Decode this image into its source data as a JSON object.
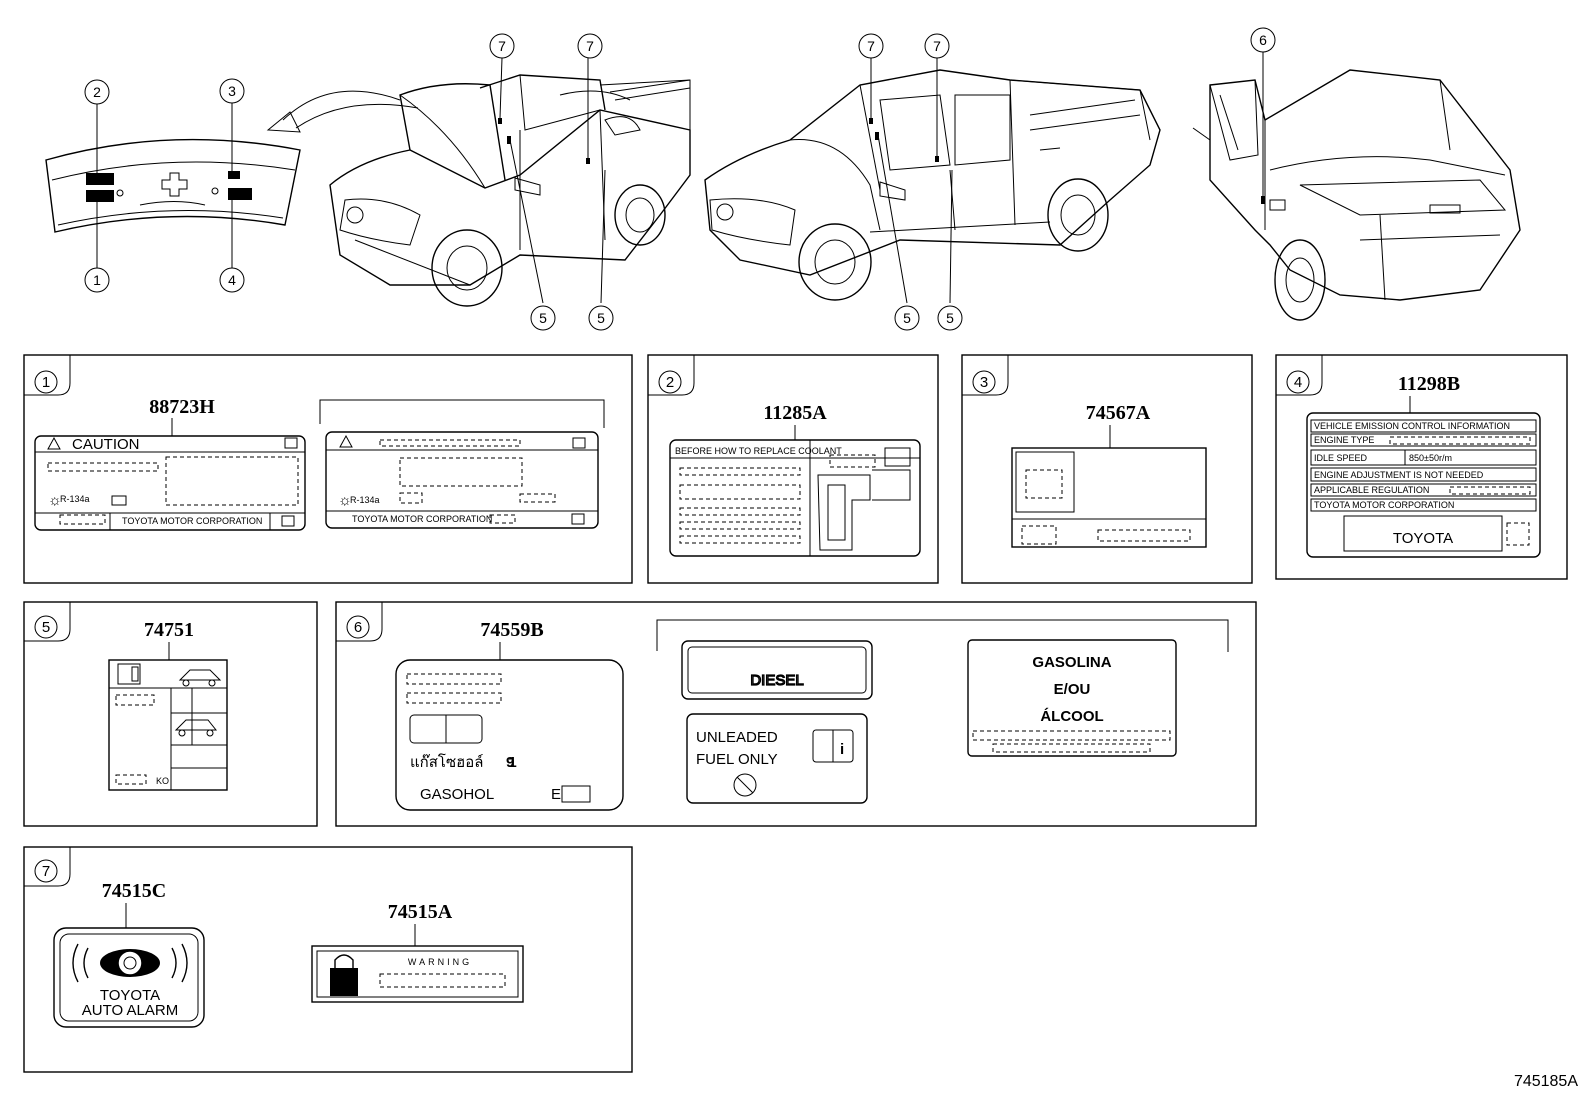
{
  "diagram_id": "745185A",
  "callouts": [
    "1",
    "2",
    "3",
    "4",
    "5",
    "6",
    "7"
  ],
  "panels": [
    {
      "num": "1",
      "parts": [
        "88723H"
      ]
    },
    {
      "num": "2",
      "parts": [
        "11285A"
      ]
    },
    {
      "num": "3",
      "parts": [
        "74567A"
      ]
    },
    {
      "num": "4",
      "parts": [
        "11298B"
      ]
    },
    {
      "num": "5",
      "parts": [
        "74751"
      ]
    },
    {
      "num": "6",
      "parts": [
        "74559B"
      ]
    },
    {
      "num": "7",
      "parts": [
        "74515C",
        "74515A"
      ]
    }
  ],
  "label_text": {
    "caution": "CAUTION",
    "coolant_header": "BEFORE HOW TO REPLACE COOLANT",
    "emission": {
      "title": "VEHICLE EMISSION CONTROL INFORMATION",
      "engine_type": "ENGINE TYPE",
      "idle_speed": "IDLE SPEED",
      "idle_value": "850±50r/m",
      "adjustment": "ENGINE ADJUSTMENT IS NOT NEEDED",
      "regulation": "APPLICABLE REGULATION",
      "maker": "TOYOTA MOTOR CORPORATION",
      "brand": "TOYOTA"
    },
    "fuel_number": "91",
    "thai_text": "แก๊สโซฮอล์",
    "gasohol": "GASOHOL",
    "gasohol_e": "E",
    "diesel": "DIESEL",
    "unleaded_1": "UNLEADED",
    "unleaded_2": "FUEL ONLY",
    "gasolina_1": "GASOLINA",
    "gasolina_2": "E/OU",
    "gasolina_3": "ÁLCOOL",
    "alarm_1": "TOYOTA",
    "alarm_2": "AUTO ALARM",
    "warning": "WARNING",
    "r134a": "R-134a",
    "toyota_corp": "TOYOTA MOTOR CORPORATION",
    "ko": "KO"
  }
}
